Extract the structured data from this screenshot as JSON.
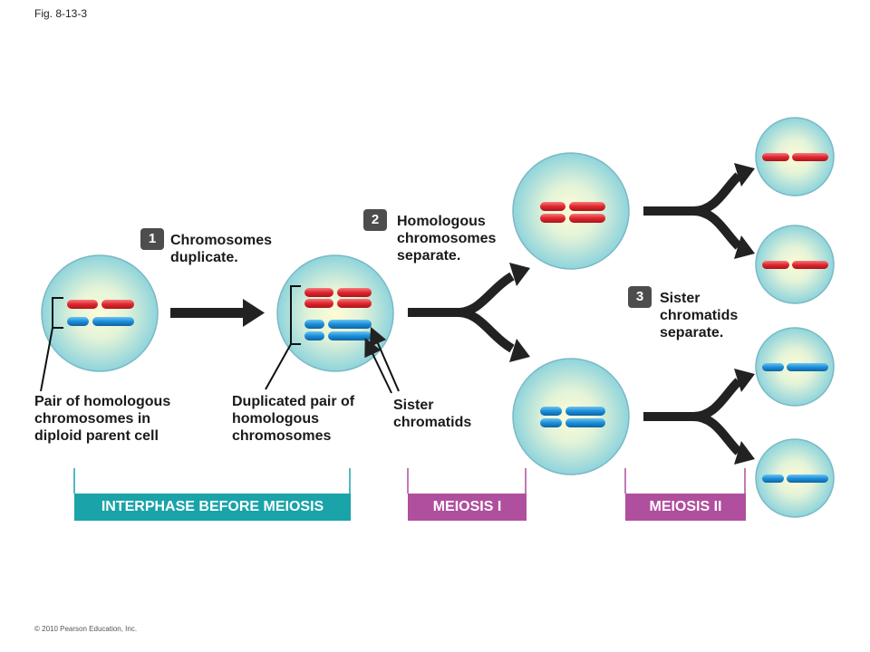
{
  "figure_label": "Fig. 8-13-3",
  "copyright": "© 2010 Pearson Education, Inc.",
  "steps": [
    {
      "number": "1",
      "text": "Chromosomes\nduplicate."
    },
    {
      "number": "2",
      "text": "Homologous\nchromosomes\nseparate."
    },
    {
      "number": "3",
      "text": "Sister\nchromatids\nseparate."
    }
  ],
  "labels": {
    "pair": "Pair of homologous\nchromosomes in\ndiploid parent cell",
    "duplicated": "Duplicated pair of\nhomologous\nchromosomes",
    "sister": "Sister\nchromatids"
  },
  "phases": {
    "interphase": "INTERPHASE BEFORE MEIOSIS",
    "meiosis1": "MEIOSIS I",
    "meiosis2": "MEIOSIS II"
  },
  "colors": {
    "cell_fill_center": "#fdfcd6",
    "cell_fill_edge": "#8fd4dc",
    "cell_border": "#7bb9c4",
    "chromosome_red": "#e0262e",
    "chromosome_blue": "#1b8fd9",
    "arrow": "#222222",
    "interphase_bar": "#1aa3a8",
    "meiosis_bar": "#b04f9e"
  }
}
